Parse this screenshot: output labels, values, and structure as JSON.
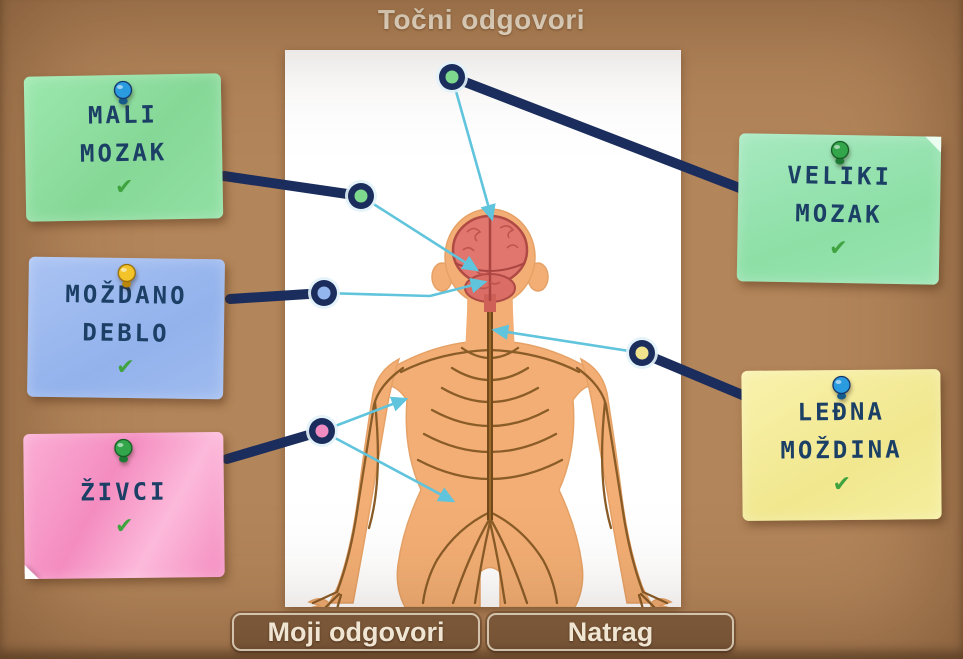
{
  "title": "Točni odgovori",
  "check_glyph": "✔",
  "notes": {
    "mali_mozak": {
      "lines": [
        "MALI",
        "MOZAK"
      ]
    },
    "mozdano_deblo": {
      "lines": [
        "MOŽDANO",
        "DEBLO"
      ]
    },
    "zivci": {
      "lines": [
        "ŽIVCI"
      ]
    },
    "veliki_mozak": {
      "lines": [
        "VELIKI",
        "MOZAK"
      ]
    },
    "ledna_mozdina": {
      "lines": [
        "LEĐNA",
        "MOŽDINA"
      ]
    }
  },
  "buttons": {
    "my_answers": "Moji odgovori",
    "back": "Natrag"
  },
  "colors": {
    "cork": "#b3855a",
    "title_text": "#f3e9d5",
    "note_text": "#1c3f66",
    "note_green": "#8fdfa2",
    "note_blue": "#9ab8ef",
    "note_pink": "#f795c5",
    "note_yellow": "#f6ef9f",
    "check_green": "#3fa33f",
    "connector_navy": "#1b2d5c",
    "connector_cyan": "#5fc4dc",
    "dot_green": "#7ed98f",
    "dot_blue": "#93b6ee",
    "dot_pink": "#f08cc2",
    "dot_yellow": "#efe48d"
  }
}
